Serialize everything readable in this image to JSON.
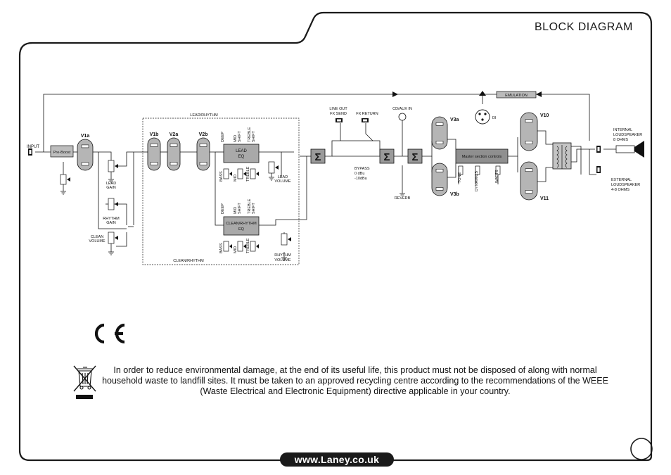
{
  "page": {
    "title": "BLOCK DIAGRAM",
    "url": "www.Laney.co.uk",
    "weee_text": "In order to reduce environmental damage, at the end of its useful life, this product must not be disposed of along with normal household waste to landfill sites.  It must be taken to an approved recycling centre according to the recommendations of the WEEE (Waste Electrical and Electronic Equipment) directive applicable in your country."
  },
  "diagram": {
    "input": "INPUT",
    "pre_boost": "Pre-Boost",
    "tubes": {
      "v1a": "V1a",
      "v1b": "V1b",
      "v2a": "V2a",
      "v2b": "V2b",
      "v3a": "V3a",
      "v3b": "V3b",
      "v10": "V10",
      "v11": "V11"
    },
    "lead_gain": [
      "LEAD",
      "GAIN"
    ],
    "rhythm_gain": [
      "RHYTHM",
      "GAIN"
    ],
    "clean_volume": [
      "CLEAN",
      "VOLUME"
    ],
    "lead_rhythm": "LEAD/RHYTHM",
    "clean_rhythm": "CLEAN/RHYTHM",
    "lead_eq": [
      "LEAD",
      "EQ"
    ],
    "clean_rhythm_eq": [
      "CLEAN/RHYTHM",
      "EQ"
    ],
    "deep": "DEEP",
    "mid_shift": [
      "MID",
      "SHIFT"
    ],
    "treble_shift": [
      "TREBLE",
      "SHIFT"
    ],
    "bass": "BASS",
    "mid": "MID",
    "treble": "TREBLE",
    "lead_volume": [
      "LEAD",
      "VOLUME"
    ],
    "rhythm_volume": [
      "RHYTHM",
      "VOLUME"
    ],
    "line_out": [
      "LINE OUT",
      "FX SEND"
    ],
    "fx_return": "FX RETURN",
    "bypass": [
      "BYPASS",
      "0 dBu",
      "-10dBu"
    ],
    "cd_aux_in": "CD/AUX IN",
    "reverb": "REVERB",
    "di": "DI",
    "emulation": "EMULATION",
    "sigma": "Σ",
    "master": "Master section controls",
    "tone": "TONE",
    "dynamics": "DYNAMICS",
    "watts": "WATTS",
    "internal": [
      "INTERNAL",
      "LOUDSPEAKER",
      "8 OHMS"
    ],
    "external": [
      "EXTERNAL",
      "LOUDSPEAKER",
      "4-8 OHMS"
    ]
  },
  "icons": [
    "ce-mark-icon",
    "weee-bin-icon",
    "speaker-icon",
    "xlr-connector-icon"
  ]
}
